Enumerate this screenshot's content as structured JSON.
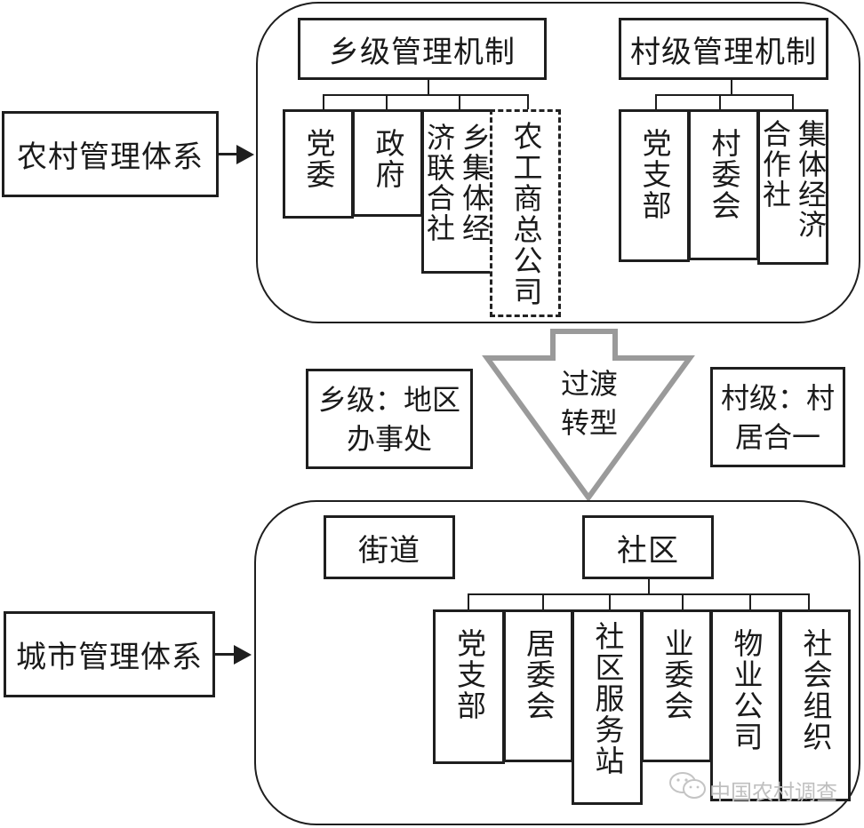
{
  "rural": {
    "system_label": "农村管理体系",
    "township": {
      "title": "乡级管理机制",
      "units": [
        "党委",
        "政府",
        "乡集体经济联合社",
        "农工商总公司"
      ]
    },
    "village": {
      "title": "村级管理机制",
      "units": [
        "党支部",
        "村委会",
        "集体经济合作社"
      ]
    }
  },
  "transition": {
    "label": "过渡转型",
    "township_note": "乡级：地区办事处",
    "village_note": "村级：村居合一",
    "arrow_color": "#9a9a9a"
  },
  "urban": {
    "system_label": "城市管理体系",
    "street": "街道",
    "community": {
      "title": "社区",
      "units": [
        "党支部",
        "居委会",
        "社区服务站",
        "业委会",
        "物业公司",
        "社会组织"
      ]
    }
  },
  "watermark": "中国农村调查"
}
